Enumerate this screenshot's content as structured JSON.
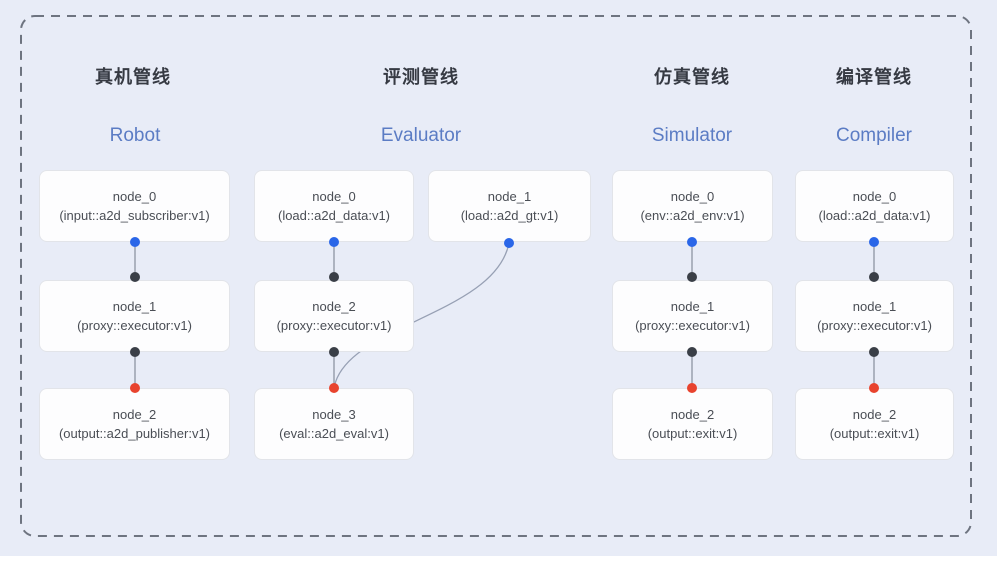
{
  "diagram": {
    "kind": "pipeline-node-graph",
    "colors": {
      "background": "#e8ecf7",
      "dashed_border": "#6e7480",
      "node_fill": "#fdfdfe",
      "node_border": "#e2e4e9",
      "edge": "#8d95a2",
      "port_output_blue": "#2a66e8",
      "port_black": "#3a3f47",
      "port_input_red": "#e8432e",
      "title_zh_color": "#363a43",
      "title_en_color": "#5b7cc4"
    }
  },
  "pipelines": [
    {
      "id": "robot",
      "title_zh": "真机管线",
      "title_en": "Robot",
      "nodes": [
        {
          "name": "node_0",
          "type": "(input::a2d_subscriber:v1)"
        },
        {
          "name": "node_1",
          "type": "(proxy::executor:v1)"
        },
        {
          "name": "node_2",
          "type": "(output::a2d_publisher:v1)"
        }
      ]
    },
    {
      "id": "evaluator",
      "title_zh": "评测管线",
      "title_en": "Evaluator",
      "nodes": [
        {
          "name": "node_0",
          "type": "(load::a2d_data:v1)"
        },
        {
          "name": "node_1",
          "type": "(load::a2d_gt:v1)"
        },
        {
          "name": "node_2",
          "type": "(proxy::executor:v1)"
        },
        {
          "name": "node_3",
          "type": "(eval::a2d_eval:v1)"
        }
      ]
    },
    {
      "id": "simulator",
      "title_zh": "仿真管线",
      "title_en": "Simulator",
      "nodes": [
        {
          "name": "node_0",
          "type": "(env::a2d_env:v1)"
        },
        {
          "name": "node_1",
          "type": "(proxy::executor:v1)"
        },
        {
          "name": "node_2",
          "type": "(output::exit:v1)"
        }
      ]
    },
    {
      "id": "compiler",
      "title_zh": "编译管线",
      "title_en": "Compiler",
      "nodes": [
        {
          "name": "node_0",
          "type": "(load::a2d_data:v1)"
        },
        {
          "name": "node_1",
          "type": "(proxy::executor:v1)"
        },
        {
          "name": "node_2",
          "type": "(output::exit:v1)"
        }
      ]
    }
  ]
}
